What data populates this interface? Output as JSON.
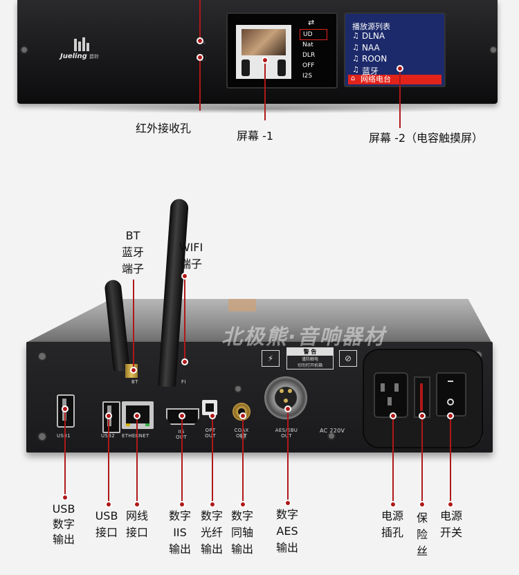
{
  "front": {
    "brand": "Jueling",
    "brand_cn": "爵聆",
    "screen1_menu": [
      "UD",
      "Nat",
      "DLR",
      "OFF",
      "I2S"
    ],
    "screen2_title": "播放源列表",
    "screen2_items": [
      "DLNA",
      "NAA",
      "ROON",
      "蓝牙",
      "网络电台"
    ]
  },
  "callouts_top": {
    "ir": "红外接收孔",
    "screen1": "屏幕 -1",
    "screen2": "屏幕 -2（电容触摸屏）"
  },
  "antennas": {
    "bt": [
      "BT",
      "蓝牙",
      "端子"
    ],
    "wifi": [
      "WIFI",
      "端子"
    ]
  },
  "watermark": "北极熊·音响器材",
  "warning": {
    "title": "警  告",
    "line1": "谨防触电",
    "line2": "切勿打开机箱"
  },
  "panel_labels": {
    "usb1": "USB1",
    "usb2": "USB2",
    "ethernet": "ETHERNET",
    "iis": "IIS OUT",
    "opt": "OPT OUT",
    "coax": "COAX OUT",
    "aes": "AES/EBU OUT",
    "ac": "AC 220V",
    "bt_small": "BT",
    "wifi_small": "FI"
  },
  "bottom_callouts": {
    "usb_out": [
      "USB",
      "数字",
      "输出"
    ],
    "usb_in": [
      "USB",
      "接口"
    ],
    "lan": [
      "网线",
      "接口"
    ],
    "iis": [
      "数字",
      "IIS",
      "输出"
    ],
    "opt": [
      "数字",
      "光纤",
      "输出"
    ],
    "coax": [
      "数字",
      "同轴",
      "输出"
    ],
    "aes": [
      "数字",
      "AES",
      "输出"
    ],
    "power_socket": [
      "电源",
      "插孔"
    ],
    "fuse": [
      "保",
      "险",
      "丝"
    ],
    "power_switch": [
      "电源",
      "开关"
    ]
  },
  "colors": {
    "accent_red": "#b01818",
    "chassis": "#1c1c1e",
    "screen_bg": "#1c2a6b",
    "highlight": "#e2231a"
  }
}
